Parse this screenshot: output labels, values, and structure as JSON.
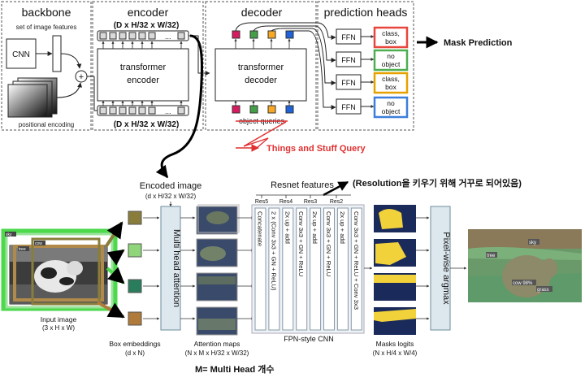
{
  "top": {
    "backbone": {
      "title": "backbone",
      "features_label": "set of image features",
      "cnn_label": "CNN",
      "posenc_label": "positional encoding"
    },
    "encoder": {
      "title": "encoder",
      "shape_top": "(D x H/32 x W/32)",
      "block_label_1": "transformer",
      "block_label_2": "encoder",
      "shape_bottom": "(D x H/32 x W/32)"
    },
    "decoder": {
      "title": "decoder",
      "block_label_1": "transformer",
      "block_label_2": "decoder",
      "queries_label": "object queries"
    },
    "heads": {
      "title": "prediction heads",
      "ffn_label": "FFN",
      "outputs": [
        {
          "line1": "class,",
          "line2": "box",
          "color": "#e8453c"
        },
        {
          "line1": "no",
          "line2": "object",
          "color": "#4caf50"
        },
        {
          "line1": "class,",
          "line2": "box",
          "color": "#e6a100"
        },
        {
          "line1": "no",
          "line2": "object",
          "color": "#3d7ddb"
        }
      ]
    },
    "query_colors": [
      "#d81b60",
      "#43a047",
      "#f9a825",
      "#1e63d8"
    ]
  },
  "annotations": {
    "mask_prediction": "Mask Prediction",
    "things_stuff": "Things and Stuff Query",
    "resolution_note": "(Resolution을 키우기 위해 거꾸로 되어있음)",
    "m_note": "M= Multi Head 개수"
  },
  "bottom": {
    "encoded_image": "Encoded image",
    "encoded_shape": "(d x H/32 x W/32)",
    "input_image": "Input image",
    "input_shape": "(3 x H x W)",
    "box_embeddings": "Box embeddings",
    "box_shape": "(d x N)",
    "mha_label": "Multi head attention",
    "attention_maps": "Attention maps",
    "attention_shape": "(N x M x H/32 x W/32)",
    "resnet_features": "Resnet features",
    "res_labels": [
      "Res5",
      "Res4",
      "Res3",
      "Res2"
    ],
    "fpn_columns": [
      "Concatenate",
      "2 x (Conv 3x3 + GN + ReLU)",
      "2x up + add",
      "Conv 3x3 + GN + ReLU",
      "2x up + add",
      "Conv 3x3 + GN + ReLU",
      "2x up + add",
      "Conv 3x3 + GN + ReLU + Conv 3x3"
    ],
    "fpn_label": "FPN-style CNN",
    "masks_logits": "Masks logits",
    "masks_shape": "(N x H/4 x W/4)",
    "argmax_label": "Pixel-wise argmax",
    "seg_labels": [
      "sky",
      "tree",
      "cow 98%",
      "grass"
    ],
    "input_tags": [
      "sky",
      "tree",
      "cow"
    ],
    "embedding_colors": [
      "#8a7d3c",
      "#8fd67a",
      "#2a7d5c",
      "#b07a3a"
    ]
  }
}
